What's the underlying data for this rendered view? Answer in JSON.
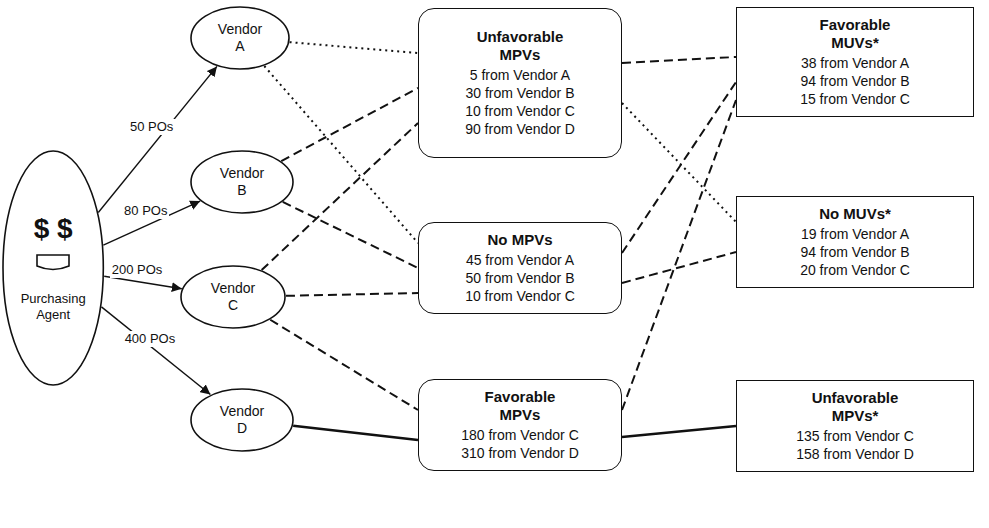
{
  "diagram": {
    "nodes": [
      {
        "text": [
          "$ $",
          "Purchasing Agent"
        ]
      },
      {
        "text": [
          "Vendor A"
        ]
      },
      {
        "text": [
          "Vendor B"
        ]
      },
      {
        "text": [
          "Vendor C"
        ]
      },
      {
        "text": [
          "Vendor D"
        ]
      },
      {
        "text": [
          "Unfavorable MPVs",
          "5 from Vendor A",
          "30 from Vendor B",
          "10 from Vendor C",
          "90 from Vendor D"
        ]
      },
      {
        "text": [
          "No MPVs",
          "45 from Vendor A",
          "50 from Vendor B",
          "10 from Vendor C"
        ]
      },
      {
        "text": [
          "Favorable MPVs",
          "180 from Vendor C",
          "310 from Vendor D"
        ]
      },
      {
        "text": [
          "Favorable MUVs*",
          "38 from Vendor A",
          "94 from Vendor B",
          "15 from Vendor C"
        ]
      },
      {
        "text": [
          "No MUVs*",
          "19 from Vendor A",
          "94 from Vendor B",
          "20 from Vendor C"
        ]
      },
      {
        "text": [
          "Unfavorable MPVs*",
          "135 from Vendor C",
          "158 from Vendor D"
        ]
      }
    ],
    "edges": [
      {
        "from": 0,
        "to": 1,
        "label": "50 POs",
        "arrow": "to"
      },
      {
        "from": 0,
        "to": 2,
        "label": "80 POs",
        "arrow": "to"
      },
      {
        "from": 0,
        "to": 3,
        "label": "200 POs",
        "arrow": "to"
      },
      {
        "from": 0,
        "to": 4,
        "label": "400 POs",
        "arrow": "to"
      },
      {
        "from": 1,
        "to": 5,
        "arrow": "none"
      },
      {
        "from": 1,
        "to": 6,
        "arrow": "none"
      },
      {
        "from": 2,
        "to": 5,
        "arrow": "none"
      },
      {
        "from": 2,
        "to": 6,
        "arrow": "none"
      },
      {
        "from": 3,
        "to": 5,
        "arrow": "none"
      },
      {
        "from": 3,
        "to": 6,
        "arrow": "none"
      },
      {
        "from": 3,
        "to": 7,
        "arrow": "none"
      },
      {
        "from": 4,
        "to": 7,
        "arrow": "none"
      },
      {
        "from": 5,
        "to": 8,
        "arrow": "none"
      },
      {
        "from": 5,
        "to": 9,
        "arrow": "none"
      },
      {
        "from": 6,
        "to": 8,
        "arrow": "none"
      },
      {
        "from": 6,
        "to": 9,
        "arrow": "none"
      },
      {
        "from": 7,
        "to": 8,
        "arrow": "none"
      },
      {
        "from": 7,
        "to": 10,
        "arrow": "none"
      }
    ]
  }
}
